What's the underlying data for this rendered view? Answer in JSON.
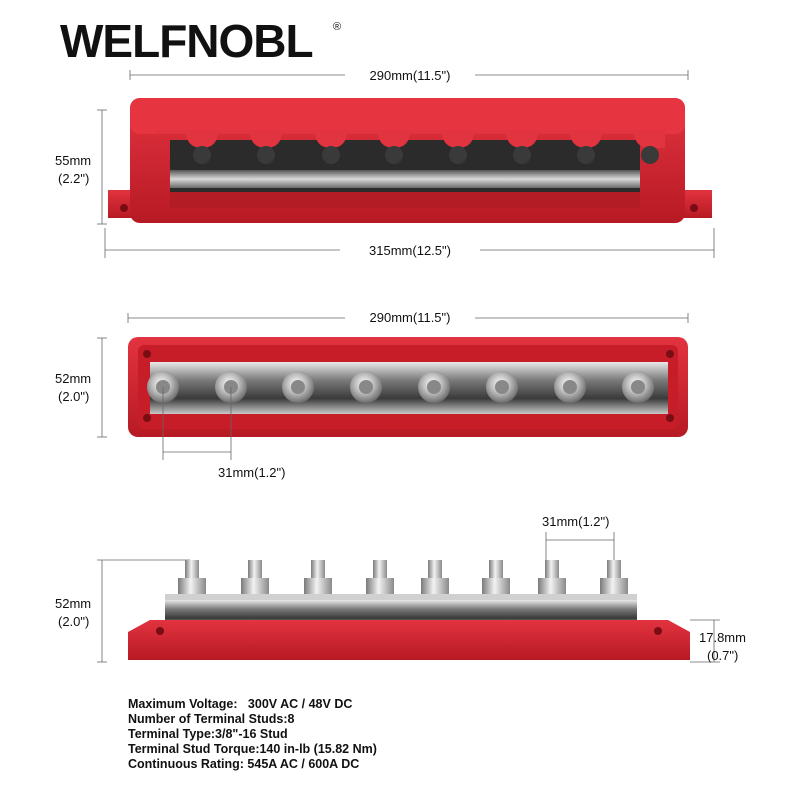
{
  "brand": {
    "name": "WELFNOBL",
    "reg_mark": "®"
  },
  "colors": {
    "housing": "#d7202c",
    "housing_dark": "#a8151f",
    "bar": "#8d8d8d",
    "stud": "#c9c9c9",
    "text": "#111111"
  },
  "view_top": {
    "width_inner": "290mm(11.5\")",
    "width_outer": "315mm(12.5\")",
    "height_mm": "55mm",
    "height_in": "(2.2\")"
  },
  "view_front": {
    "width_inner": "290mm(11.5\")",
    "height_mm": "52mm",
    "height_in": "(2.0\")",
    "stud_spacing": "31mm(1.2\")"
  },
  "view_side": {
    "stud_spacing": "31mm(1.2\")",
    "height_mm": "52mm",
    "height_in": "(2.0\")",
    "base_mm": "17.8mm",
    "base_in": "(0.7\")"
  },
  "specs": [
    "Maximum Voltage:   300V AC / 48V DC",
    "Number of Terminal Studs:8",
    "Terminal Type:3/8\"-16 Stud",
    "Terminal Stud Torque:140 in-lb (15.82 Nm)",
    "Continuous Rating: 545A AC / 600A DC"
  ]
}
